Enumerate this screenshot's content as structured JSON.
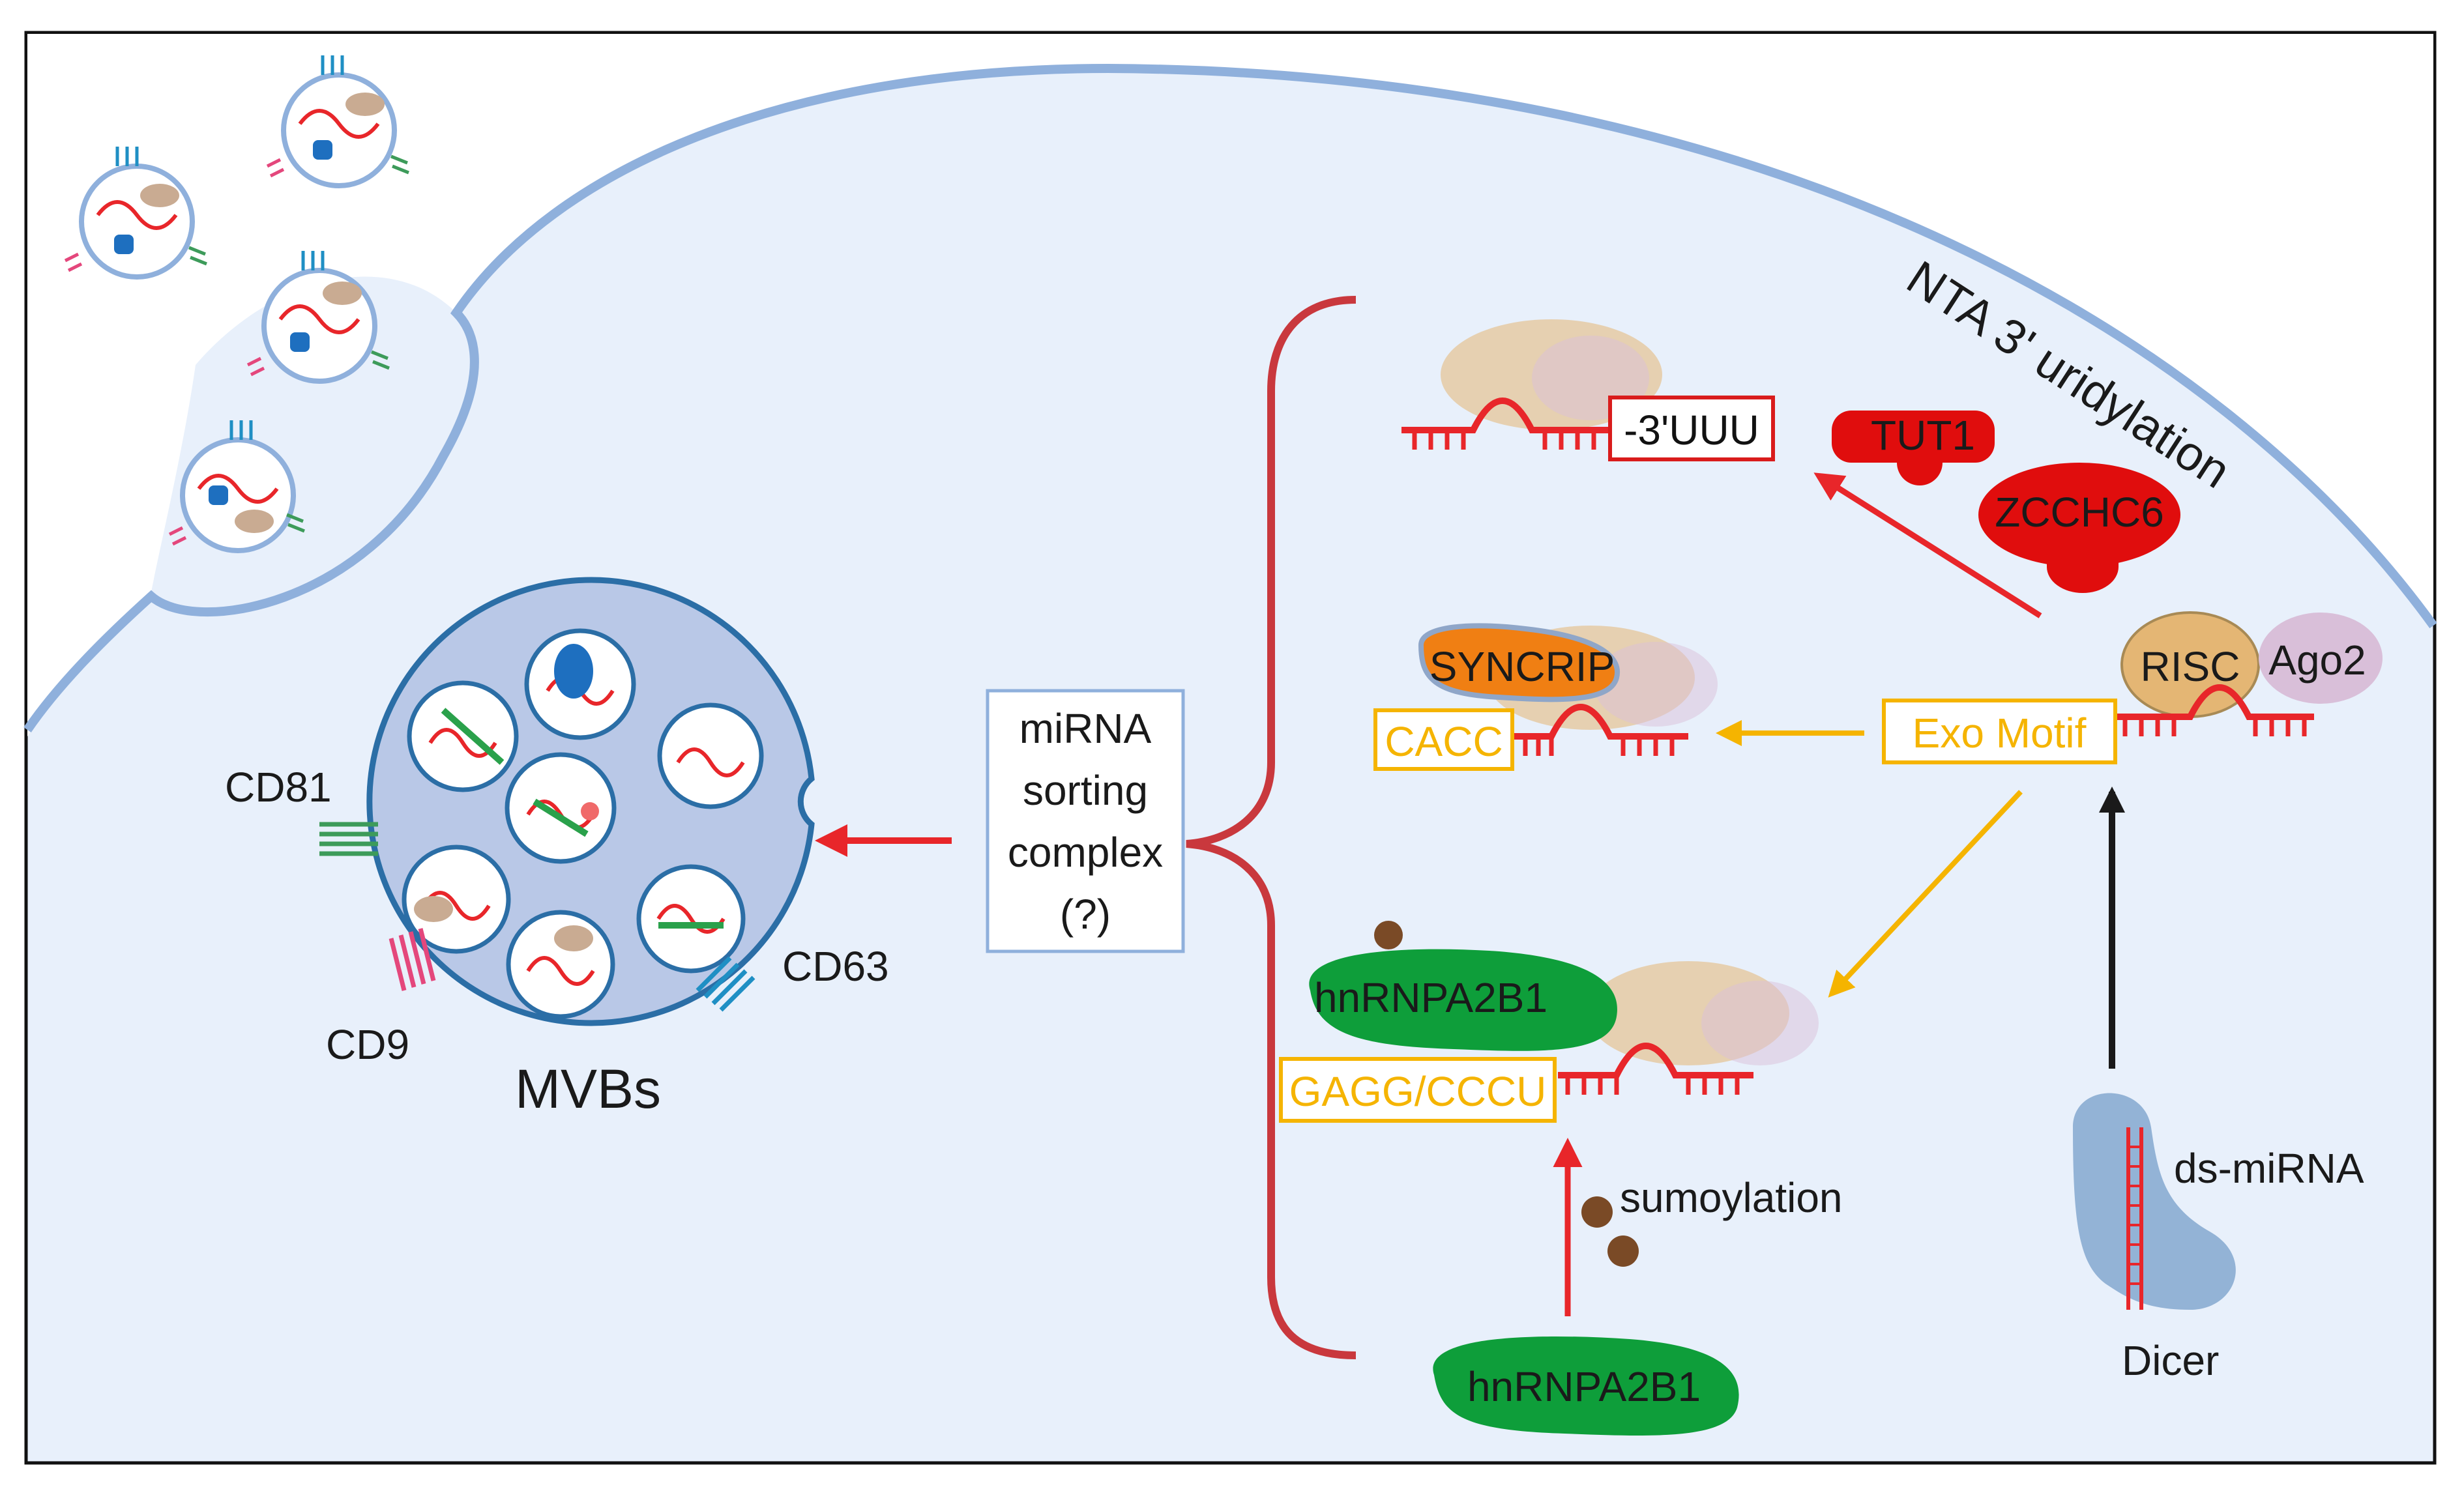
{
  "labels": {
    "mvbs": "MVBs",
    "cd81": "CD81",
    "cd9": "CD9",
    "cd63": "CD63",
    "sorting_line1": "miRNA",
    "sorting_line2": "sorting",
    "sorting_line3": "complex",
    "sorting_line4": "(?)",
    "uuu": "-3'UUU",
    "tut1": "TUT1",
    "zcchc6": "ZCCHC6",
    "nta": "NTA 3' uridylation",
    "syncrip": "SYNCRIP",
    "cacc": "CACC",
    "exo_motif": "Exo Motif",
    "risc": "RISC",
    "ago2": "Ago2",
    "hnrnpa2b1_top": "hnRNPA2B1",
    "gagg": "GAGG/CCCU",
    "sumoylation": "sumoylation",
    "hnrnpa2b1_bottom": "hnRNPA2B1",
    "ds_mirna": "ds-miRNA",
    "dicer": "Dicer"
  },
  "colors": {
    "cytoplasm": "#e8f0fb",
    "membrane": "#8fb0dc",
    "mirna": "#e8262a",
    "bracket": "#c9383d",
    "yellow_box": "#f5b400",
    "syncrip": "#f07f13",
    "hnrnp": "#0e9e3a",
    "tut": "#e00d0d",
    "risc": "#e4b674",
    "ago2": "#d9bfd9",
    "dicer": "#93b3d6",
    "mvb_fill": "#b9c8e7",
    "mvb_edge": "#2b6ea6"
  }
}
